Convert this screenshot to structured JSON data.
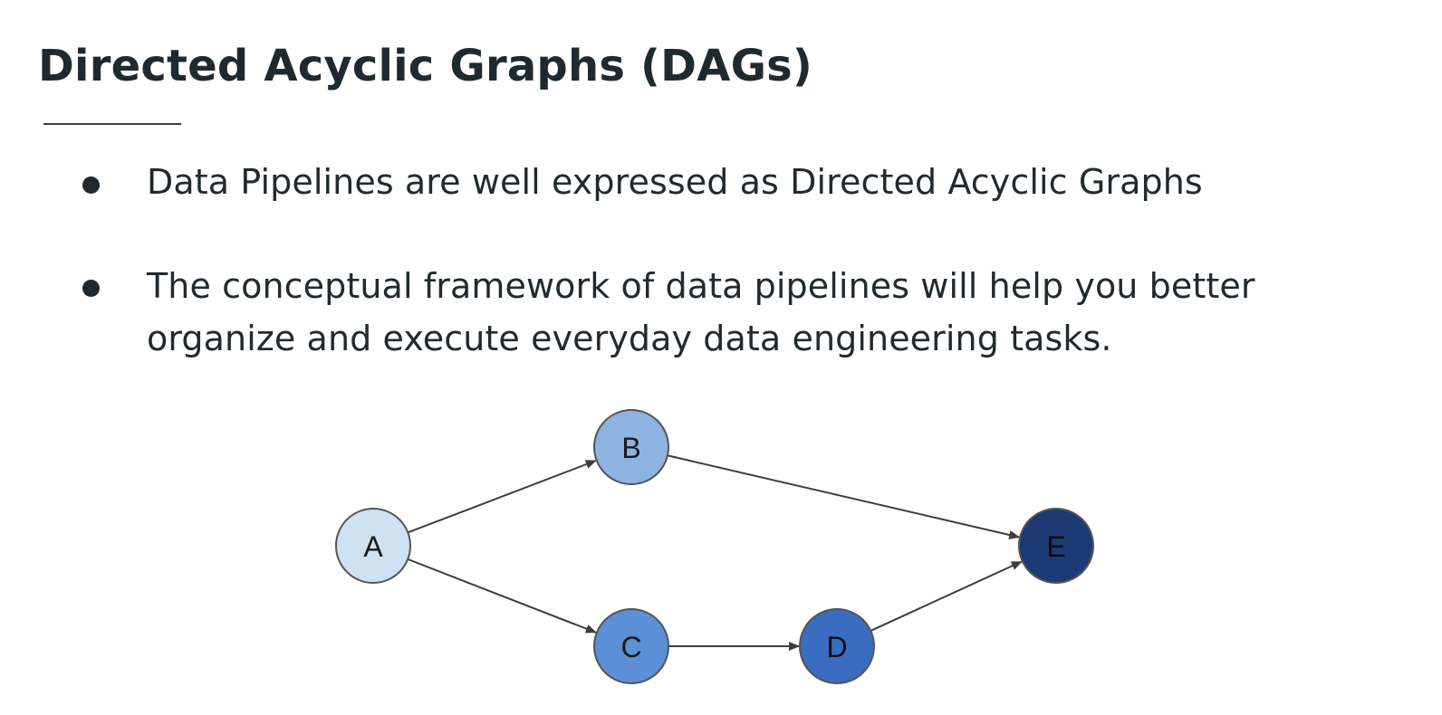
{
  "slide": {
    "title": "Directed Acyclic Graphs (DAGs)",
    "bullets": [
      "Data Pipelines are well expressed as Directed Acyclic Graphs",
      "The conceptual framework of data pipelines will help you better organize and execute everyday data engineering tasks."
    ]
  },
  "dag": {
    "nodes": [
      {
        "id": "A",
        "label": "A",
        "fill": "#cfe2f3",
        "text_color": "#1a1a1a"
      },
      {
        "id": "B",
        "label": "B",
        "fill": "#8db3e2",
        "text_color": "#1a1a1a"
      },
      {
        "id": "C",
        "label": "C",
        "fill": "#5b8fd6",
        "text_color": "#1a1a1a"
      },
      {
        "id": "D",
        "label": "D",
        "fill": "#3a6cc0",
        "text_color": "#111111"
      },
      {
        "id": "E",
        "label": "E",
        "fill": "#1c3a73",
        "text_color": "#0d0d0d"
      }
    ],
    "edges": [
      {
        "from": "A",
        "to": "B"
      },
      {
        "from": "A",
        "to": "C"
      },
      {
        "from": "B",
        "to": "E"
      },
      {
        "from": "C",
        "to": "D"
      },
      {
        "from": "D",
        "to": "E"
      }
    ],
    "node_stroke": "#555555",
    "edge_color": "#3d3d3d"
  }
}
